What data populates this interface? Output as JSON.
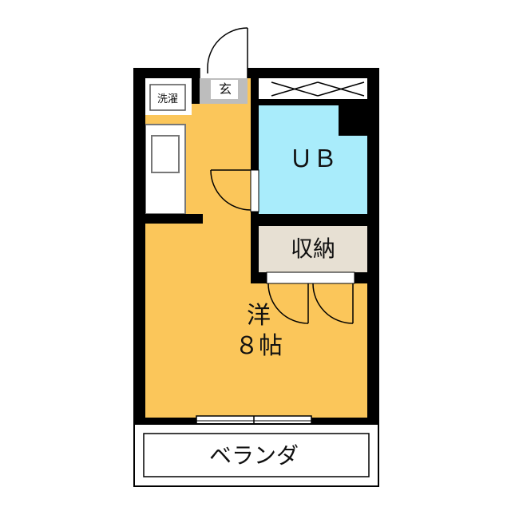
{
  "labels": {
    "washer": "洗濯",
    "entrance": "玄",
    "bath": "ＵＢ",
    "storage": "収納",
    "room_type": "洋",
    "room_size": "８帖",
    "veranda": "ベランダ"
  },
  "colors": {
    "room_fill": "#fbc65a",
    "bath_fill": "#a9ecfb",
    "storage_fill": "#e7e0d3",
    "entrance_floor": "#bdbdbd",
    "wall": "#000000",
    "background": "#ffffff"
  }
}
